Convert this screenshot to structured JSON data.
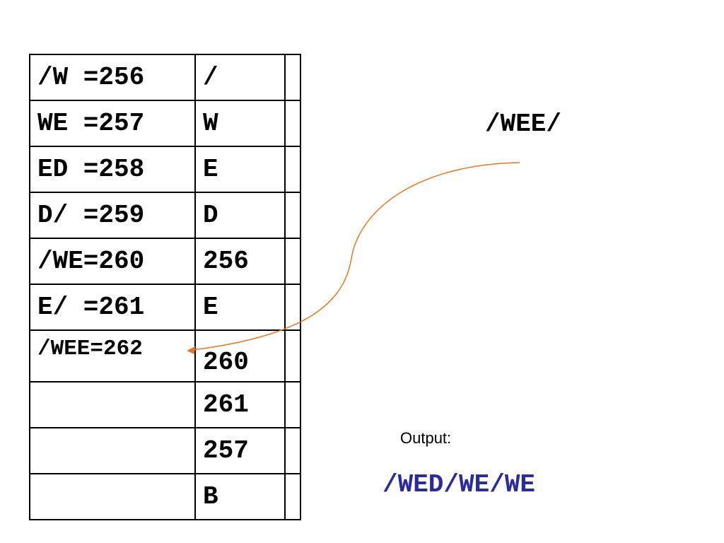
{
  "table": {
    "rows": [
      {
        "entry": "/W =256",
        "output": "/"
      },
      {
        "entry": "WE =257",
        "output": "W"
      },
      {
        "entry": "ED =258",
        "output": "E"
      },
      {
        "entry": "D/ =259",
        "output": "D"
      },
      {
        "entry": "/WE=260",
        "output": "256"
      },
      {
        "entry": "E/ =261",
        "output": "E"
      },
      {
        "entry": "/WEE=262",
        "output": "260"
      },
      {
        "entry": "",
        "output": "261"
      },
      {
        "entry": "",
        "output": "257"
      },
      {
        "entry": "",
        "output": "B"
      }
    ]
  },
  "input_string": "/WEE/",
  "output": {
    "label": "Output:",
    "value": "/WED/WE/WE",
    "value_color": "#2b2b9a"
  },
  "arrow_color": "#e87722"
}
